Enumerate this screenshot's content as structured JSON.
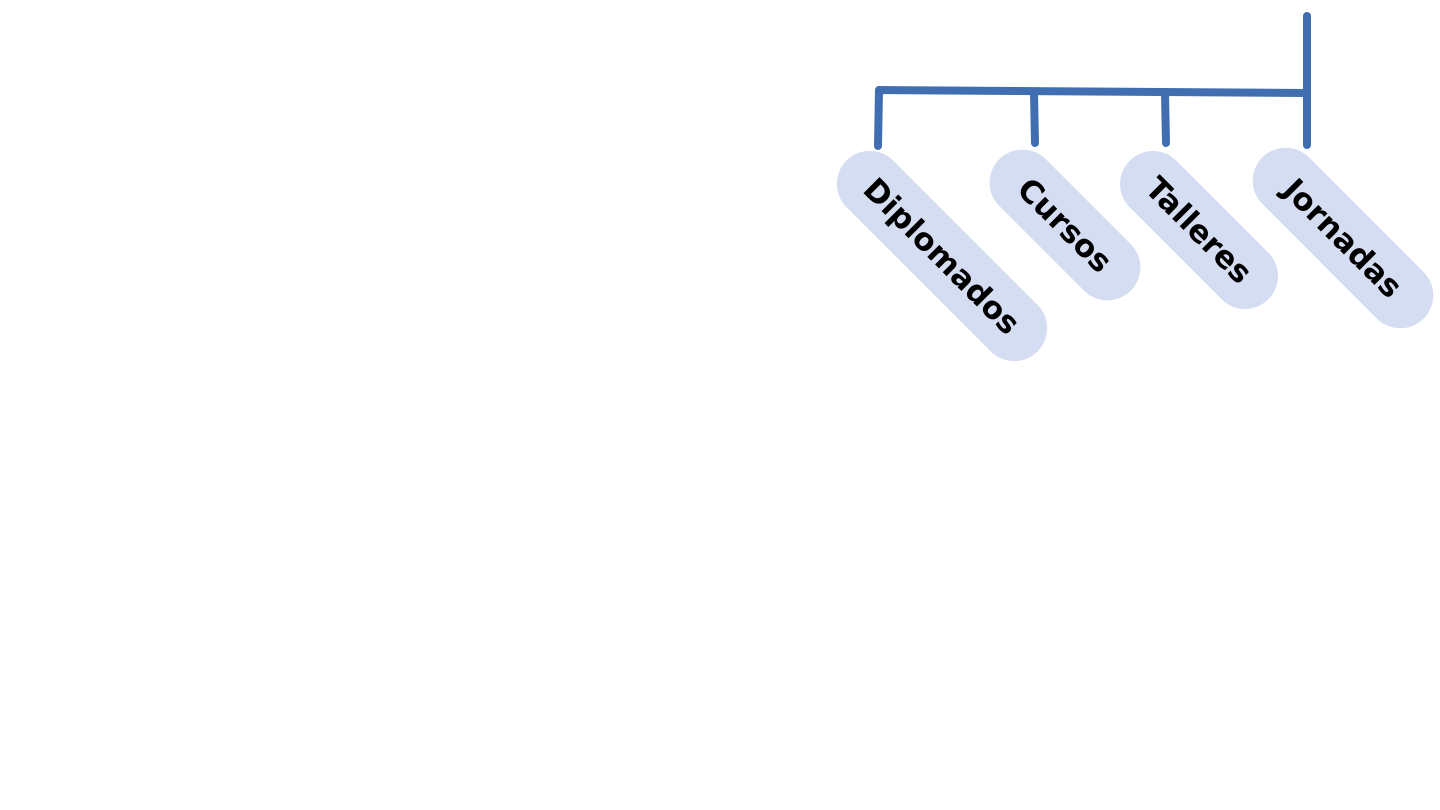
{
  "diagram": {
    "branches": [
      {
        "label": "Diplomados"
      },
      {
        "label": "Cursos"
      },
      {
        "label": "Talleres"
      },
      {
        "label": "Jornadas"
      }
    ]
  },
  "colors": {
    "connector": "#416EB0",
    "pill": "#D5DDF2",
    "text": "#000000"
  }
}
